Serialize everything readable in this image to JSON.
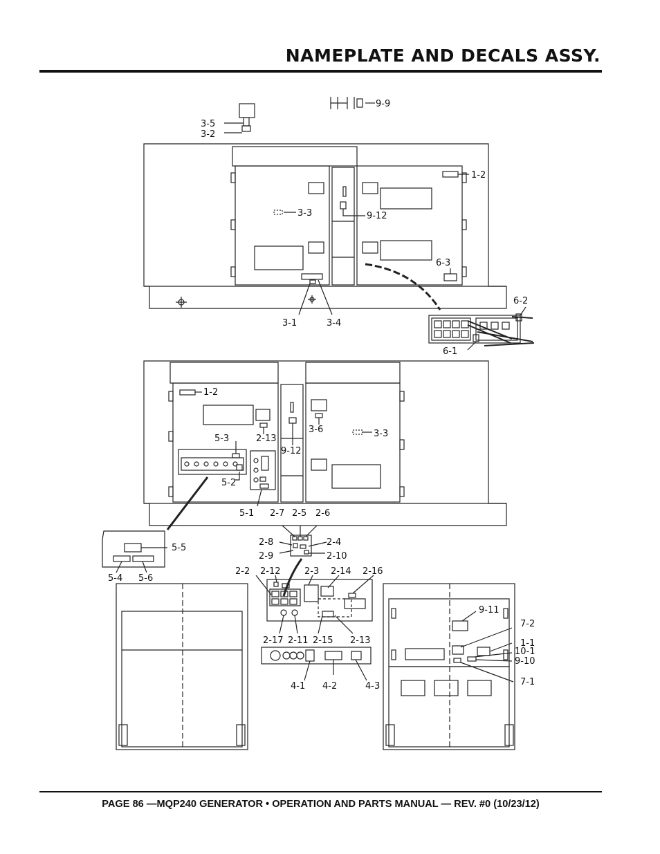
{
  "header": {
    "title": "NAMEPLATE AND DECALS ASSY."
  },
  "footer": {
    "text": "PAGE 86 —MQP240 GENERATOR • OPERATION AND PARTS MANUAL — REV. #0 (10/23/12)"
  },
  "callouts": {
    "c_9_9": "9-9",
    "c_3_5": "3-5",
    "c_3_2": "3-2",
    "c_1_2a": "1-2",
    "c_3_3a": "3-3",
    "c_9_12a": "9-12",
    "c_6_3": "6-3",
    "c_6_2": "6-2",
    "c_6_1": "6-1",
    "c_3_1": "3-1",
    "c_3_4": "3-4",
    "c_1_2b": "1-2",
    "c_2_13a": "2-13",
    "c_3_6": "3-6",
    "c_3_3b": "3-3",
    "c_5_3": "5-3",
    "c_9_12b": "9-12",
    "c_5_2": "5-2",
    "c_5_1": "5-1",
    "c_2_7": "2-7",
    "c_2_5": "2-5",
    "c_2_6": "2-6",
    "c_2_8": "2-8",
    "c_2_4": "2-4",
    "c_2_9": "2-9",
    "c_2_10": "2-10",
    "c_5_5": "5-5",
    "c_5_4": "5-4",
    "c_5_6": "5-6",
    "c_2_2": "2-2",
    "c_2_12": "2-12",
    "c_2_3": "2-3",
    "c_2_14": "2-14",
    "c_2_16": "2-16",
    "c_2_17": "2-17",
    "c_2_11": "2-11",
    "c_2_15": "2-15",
    "c_2_13b": "2-13",
    "c_4_1": "4-1",
    "c_4_2": "4-2",
    "c_4_3": "4-3",
    "c_9_11": "9-11",
    "c_7_2": "7-2",
    "c_1_1": "1-1",
    "c_10_1": "10-1",
    "c_9_10": "9-10",
    "c_7_1": "7-1"
  }
}
